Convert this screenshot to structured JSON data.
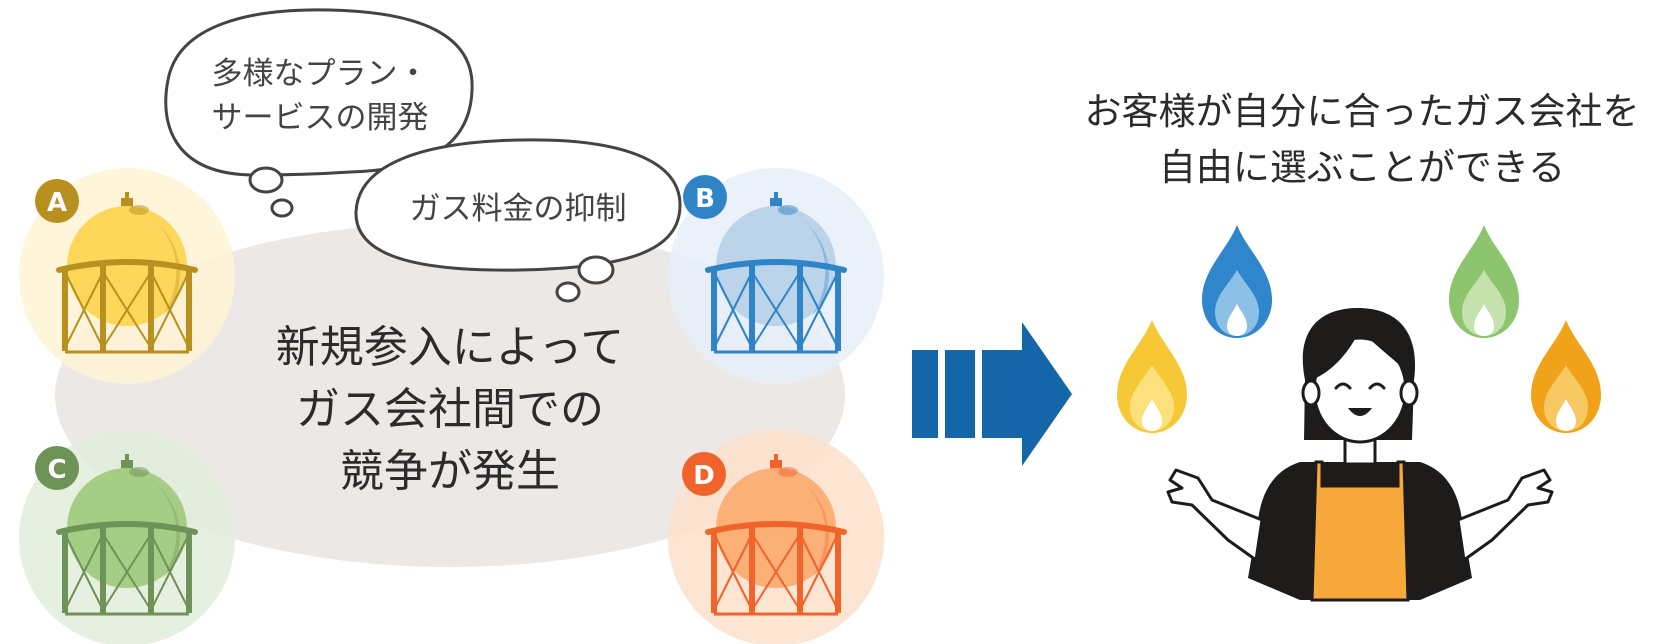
{
  "bubbles": {
    "plans_line1": "多様なプラン・",
    "plans_line2": "サービスの開発",
    "price": "ガス料金の抑制"
  },
  "center_text": {
    "line1": "新規参入によって",
    "line2": "ガス会社間での",
    "line3": "競争が発生"
  },
  "result_text": {
    "line1": "お客様が自分に合ったガス会社を",
    "line2": "自由に選ぶことができる"
  },
  "companies": [
    {
      "label": "A",
      "color": "#b8901f",
      "tank_fill": "#fdd75a",
      "halo": "#fff3d3"
    },
    {
      "label": "B",
      "color": "#2f84c7",
      "tank_fill": "#bcd4ea",
      "halo": "#e6eff8"
    },
    {
      "label": "C",
      "color": "#6e9257",
      "tank_fill": "#a6cd85",
      "halo": "#e2edda"
    },
    {
      "label": "D",
      "color": "#f0632a",
      "tank_fill": "#fbb078",
      "halo": "#fde0cc"
    }
  ],
  "flames": [
    {
      "color": "#f6c836",
      "inner": "#fbe07b"
    },
    {
      "color": "#2f86cc",
      "inner": "#8cc0e6"
    },
    {
      "color": "#8cc56e",
      "inner": "#c5e2ae"
    },
    {
      "color": "#f0a318",
      "inner": "#f8c862"
    }
  ],
  "arrow_color": "#1466a8",
  "icons": [
    "gas-tank-icon",
    "flame-icon",
    "arrow-right-icon",
    "woman-apron-icon",
    "thought-bubble-icon"
  ]
}
